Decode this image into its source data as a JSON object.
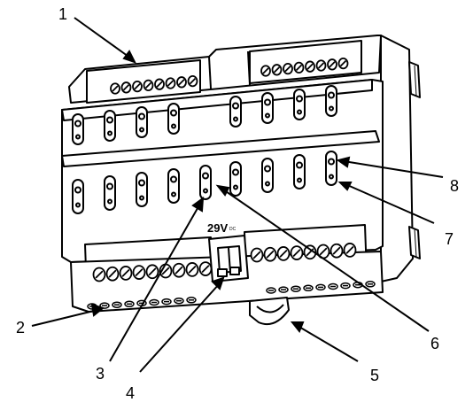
{
  "callouts": {
    "c1": "1",
    "c2": "2",
    "c3": "3",
    "c4": "4",
    "c5": "5",
    "c6": "6",
    "c7": "7",
    "c8": "8"
  },
  "supply_label": "29V",
  "supply_symbol": "DC",
  "colors": {
    "stroke": "#000000",
    "fill": "#ffffff"
  },
  "icons": [
    "screw-terminal-icon",
    "led-indicator-icon",
    "din-clip-icon",
    "bus-connector-icon"
  ]
}
